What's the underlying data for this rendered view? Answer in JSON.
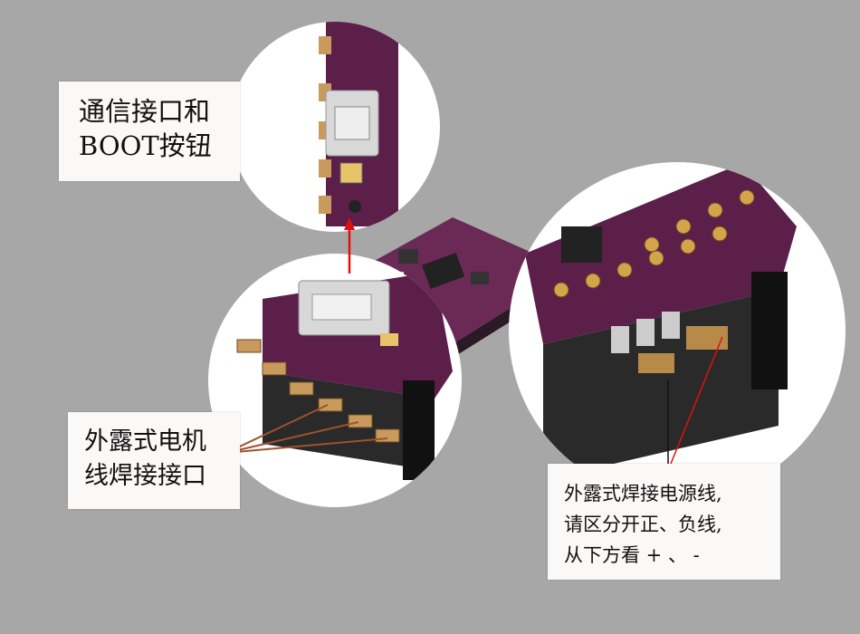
{
  "callouts": {
    "comm_port": {
      "lines": [
        "通信接口和",
        "BOOT按钮"
      ]
    },
    "motor_pads": {
      "lines": [
        "外露式电机",
        "线焊接接口"
      ]
    },
    "power_pads": {
      "lines": [
        "外露式焊接电源线,",
        "请区分开正、负线,",
        "从下方看 + 、 -"
      ]
    }
  },
  "colors": {
    "background": "#a7a7a7",
    "board": "#5a2048",
    "pad": "#c9a46a",
    "arrow": "#e01010",
    "leader": "#a0522d"
  }
}
